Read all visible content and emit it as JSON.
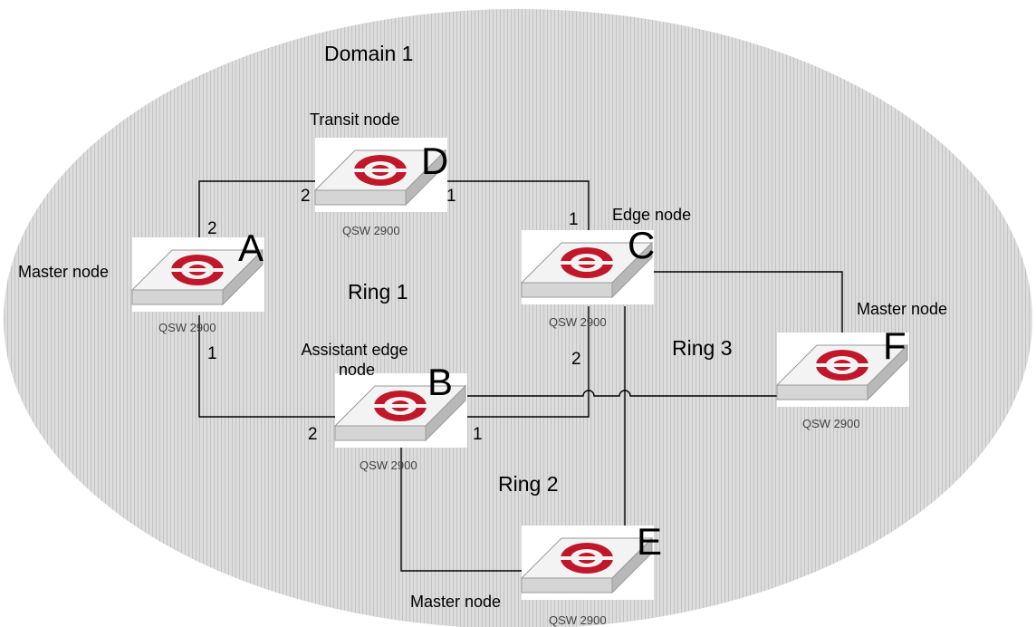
{
  "domain_label": "Domain 1",
  "rings": {
    "ring1": "Ring 1",
    "ring2": "Ring 2",
    "ring3": "Ring 3"
  },
  "nodes": {
    "A": {
      "letter": "A",
      "role": "Master node",
      "model": "QSW 2900",
      "ports": [
        "2",
        "1"
      ]
    },
    "B": {
      "letter": "B",
      "role": "Assistant edge node",
      "model": "QSW 2900",
      "ports": [
        "2",
        "1"
      ]
    },
    "C": {
      "letter": "C",
      "role": "Edge node",
      "model": "QSW 2900",
      "ports": [
        "1",
        "2"
      ]
    },
    "D": {
      "letter": "D",
      "role": "Transit node",
      "model": "QSW 2900",
      "ports": [
        "2",
        "1"
      ]
    },
    "E": {
      "letter": "E",
      "role": "Master node",
      "model": "QSW 2900"
    },
    "F": {
      "letter": "F",
      "role": "Master node",
      "model": "QSW 2900"
    }
  },
  "colors": {
    "domain_fill": "#d6d6d6",
    "switch_top": "#f4f4f4",
    "switch_side": "#bdbdbd",
    "logo": "#c0182a",
    "line": "#000000"
  },
  "icons": {
    "switch": "network-switch-icon"
  }
}
